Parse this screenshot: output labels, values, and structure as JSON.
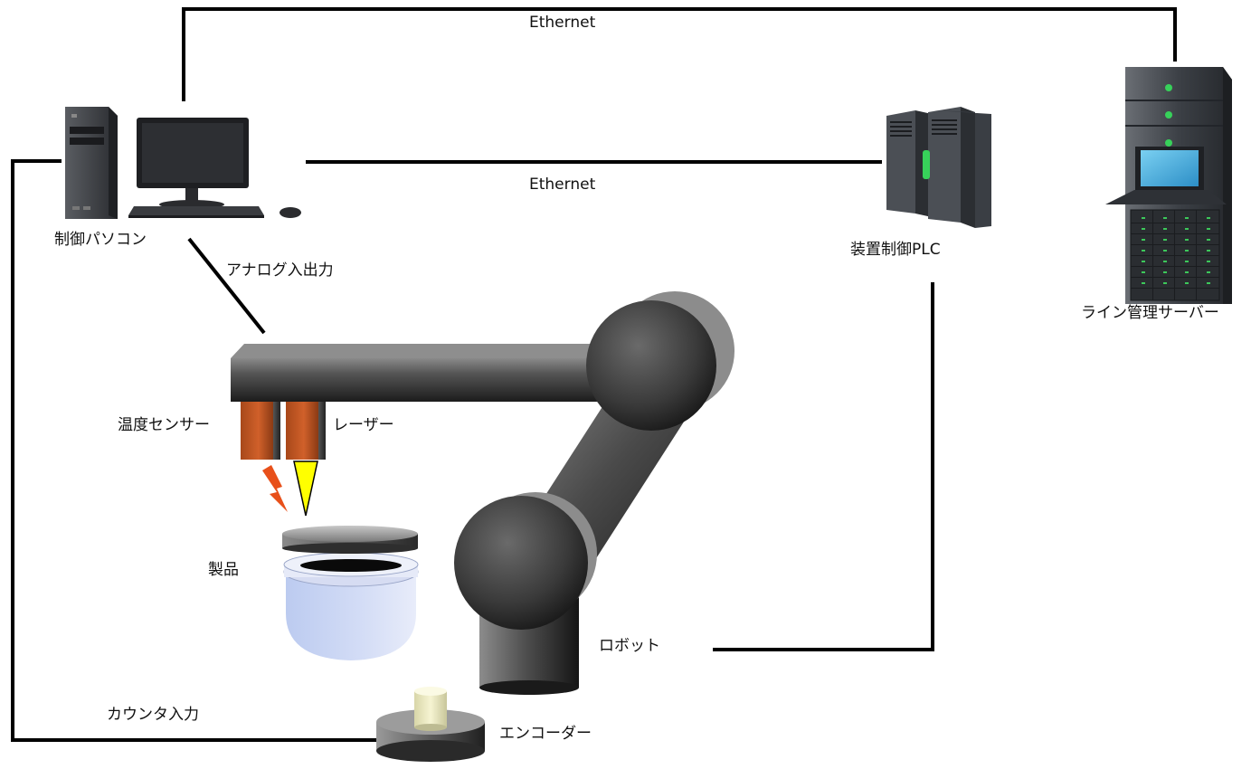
{
  "connections": {
    "ethernet_top": "Ethernet",
    "ethernet_mid": "Ethernet",
    "analog_io": "アナログ入出力",
    "counter_input": "カウンタ入力"
  },
  "devices": {
    "control_pc": "制御パソコン",
    "plc": "装置制御PLC",
    "line_server": "ライン管理サーバー",
    "temperature_sensor": "温度センサー",
    "laser": "レーザー",
    "product": "製品",
    "robot": "ロボット",
    "encoder": "エンコーダー"
  },
  "colors": {
    "line": "#000000",
    "robot_dark": "#3a3a3a",
    "sensor": "#c0531f",
    "laser_beam": "#ffff00",
    "spark": "#e8501a",
    "product_holder": "#c8d4f4",
    "led_green": "#37d15a",
    "encoder_shaft": "#f2f0c8"
  }
}
